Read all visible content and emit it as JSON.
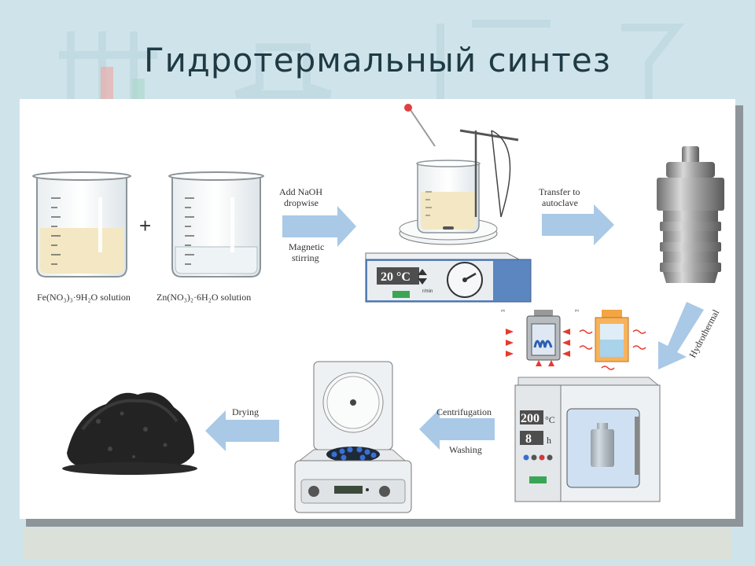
{
  "title": "Гидротермальный синтез",
  "diagram": {
    "beaker_left_label": "Fe(NO₃)₃·9H₂O solution",
    "beaker_right_label": "Zn(NO₃)₂·6H₂O solution",
    "plus_sign": "+",
    "arrow1_top": [
      "Add NaOH",
      "dropwise"
    ],
    "arrow1_bottom": [
      "Magnetic",
      "stirring"
    ],
    "stirrer_temp": "20 °C",
    "stirrer_unit": "r/min",
    "arrow2_top": [
      "Transfer to",
      "autoclave"
    ],
    "arrow3_label": "Hydrothermal",
    "oven_temp": "200",
    "oven_temp_unit": "°C",
    "oven_time": "8",
    "oven_time_unit": "h",
    "inset_a_tag": "(a)",
    "inset_b_tag": "(b)",
    "arrow4_top": "Centrifugation",
    "arrow4_bottom": "Washing",
    "arrow5_label": "Drying"
  },
  "colors": {
    "arrow": "#a9c9e6",
    "liquid_yellow": "#f4ebc8",
    "device_blue": "#5b86bf",
    "display_green": "#3aa655",
    "powder": "#222222"
  }
}
